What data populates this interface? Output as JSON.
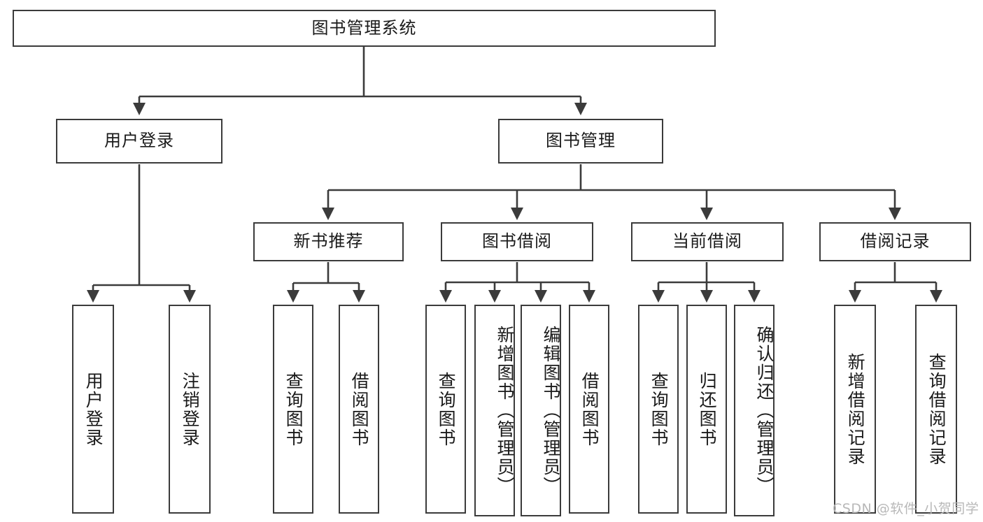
{
  "diagram": {
    "title": "图书管理系统",
    "colors": {
      "stroke": "#3b3b3b",
      "fill": "#ffffff",
      "text": "#1a1a1a",
      "watermark": "#b8b8b8",
      "background": "#ffffff"
    },
    "levels": {
      "root": {
        "label": "图书管理系统"
      },
      "level2": [
        {
          "id": "user-login",
          "label": "用户登录"
        },
        {
          "id": "book-manage",
          "label": "图书管理"
        }
      ],
      "level3": [
        {
          "id": "new-book-recommend",
          "label": "新书推荐",
          "parent": "book-manage"
        },
        {
          "id": "book-borrow",
          "label": "图书借阅",
          "parent": "book-manage"
        },
        {
          "id": "current-borrow",
          "label": "当前借阅",
          "parent": "book-manage"
        },
        {
          "id": "borrow-record",
          "label": "借阅记录",
          "parent": "book-manage"
        }
      ],
      "leaves": [
        {
          "id": "leaf-user-login",
          "label": "用户登录",
          "parent": "user-login"
        },
        {
          "id": "leaf-user-logout",
          "label": "注销登录",
          "parent": "user-login"
        },
        {
          "id": "leaf-query-book-1",
          "label": "查询图书",
          "parent": "new-book-recommend"
        },
        {
          "id": "leaf-borrow-book-1",
          "label": "借阅图书",
          "parent": "new-book-recommend"
        },
        {
          "id": "leaf-query-book-2",
          "label": "查询图书",
          "parent": "book-borrow"
        },
        {
          "id": "leaf-add-book",
          "label": "新增图书（管理员）",
          "parent": "book-borrow"
        },
        {
          "id": "leaf-edit-book",
          "label": "编辑图书（管理员）",
          "parent": "book-borrow"
        },
        {
          "id": "leaf-borrow-book-2",
          "label": "借阅图书",
          "parent": "book-borrow"
        },
        {
          "id": "leaf-query-book-3",
          "label": "查询图书",
          "parent": "current-borrow"
        },
        {
          "id": "leaf-return-book",
          "label": "归还图书",
          "parent": "current-borrow"
        },
        {
          "id": "leaf-confirm-return",
          "label": "确认归还（管理员）",
          "parent": "current-borrow"
        },
        {
          "id": "leaf-add-record",
          "label": "新增借阅记录",
          "parent": "borrow-record"
        },
        {
          "id": "leaf-query-record",
          "label": "查询借阅记录",
          "parent": "borrow-record"
        }
      ]
    },
    "watermark": "CSDN @软件_小贺同学"
  }
}
